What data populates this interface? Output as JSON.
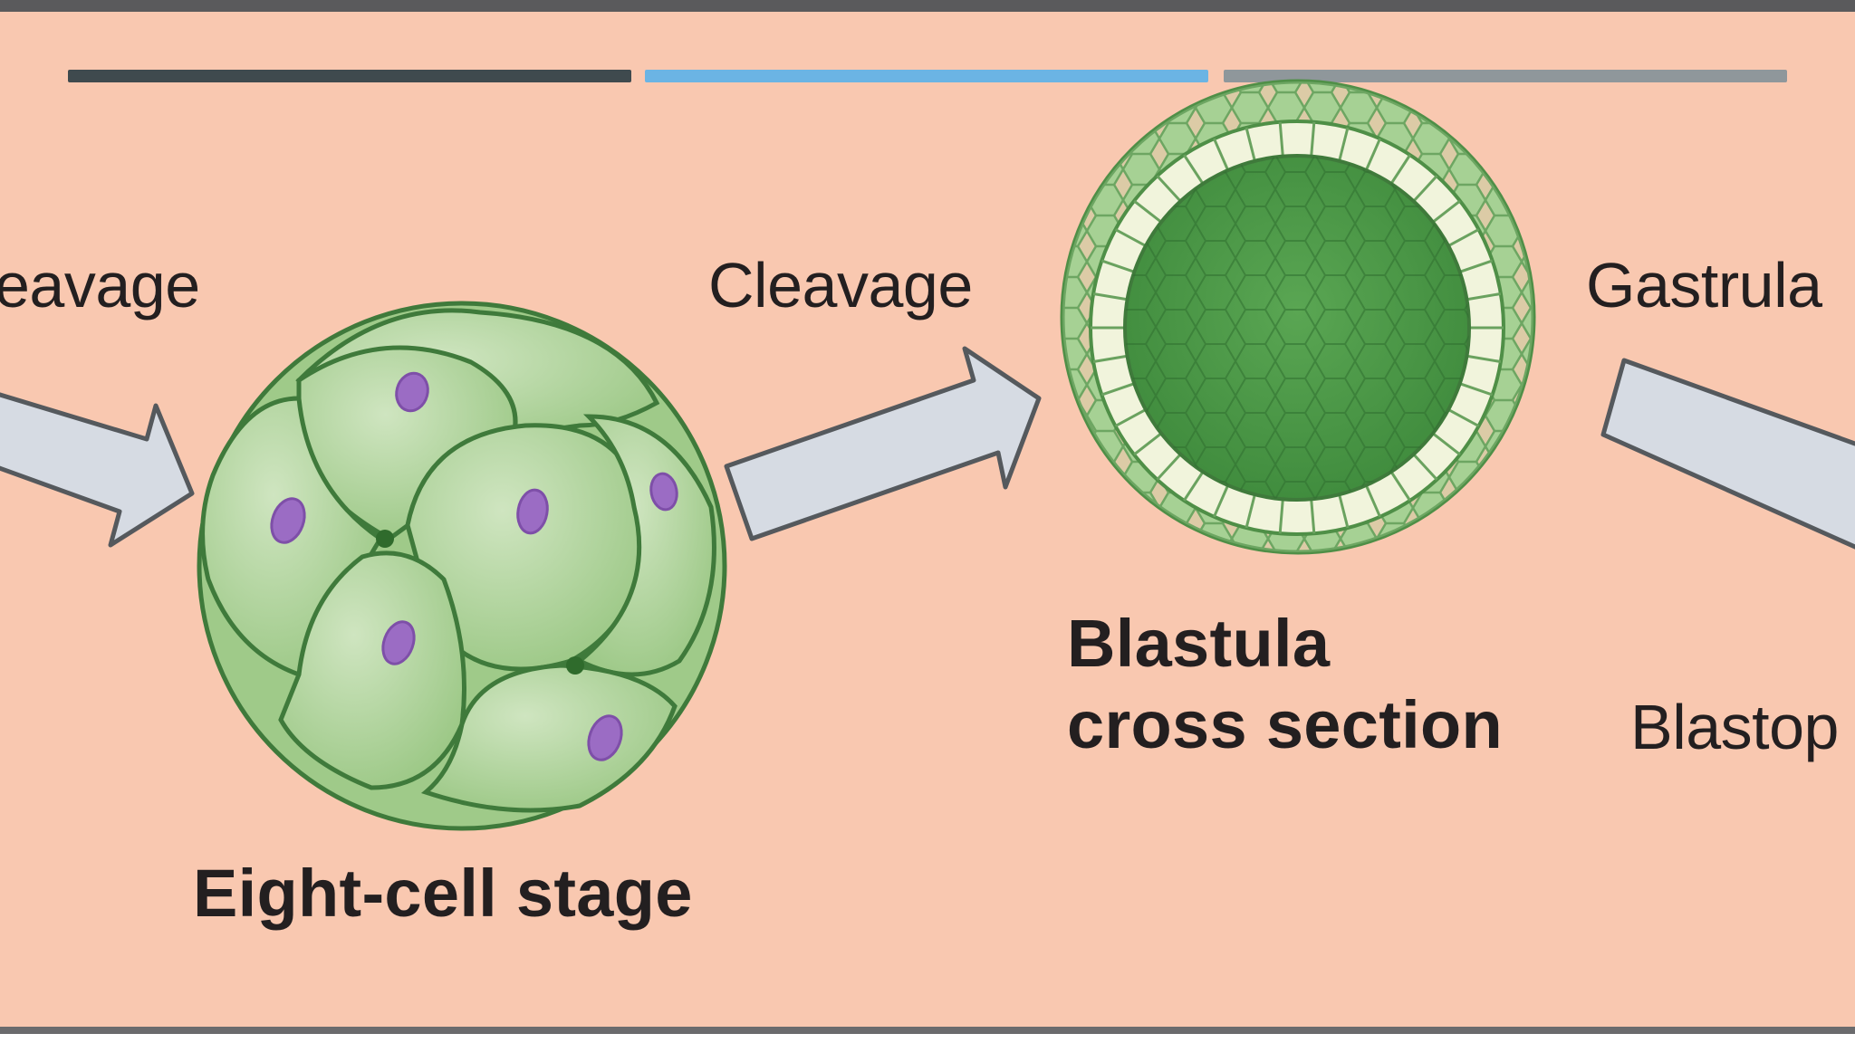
{
  "slide": {
    "accent_bars": [
      {
        "name": "accent-bar-dark",
        "color": "#3f4a4e"
      },
      {
        "name": "accent-bar-blue",
        "color": "#6bb4e4"
      },
      {
        "name": "accent-bar-gray",
        "color": "#8f979b"
      }
    ]
  },
  "diagram": {
    "step_labels": [
      "eavage",
      "Cleavage",
      "Gastrula",
      "Blastop"
    ],
    "stages": {
      "eight_cell": "Eight-cell stage",
      "blastula_line1": "Blastula",
      "blastula_line2": "cross section"
    },
    "colors": {
      "background": "#f9c8b0",
      "arrow_fill": "#d6dbe3",
      "arrow_stroke": "#55595d",
      "cell_fill": "#a9cf97",
      "cell_stroke": "#3f7a3b",
      "nucleus": "#9b6cc4",
      "blastula_outer": "#7fb86e",
      "blastula_cavity": "#4e9c4a",
      "blastula_ring": "#f1f4dc"
    }
  }
}
